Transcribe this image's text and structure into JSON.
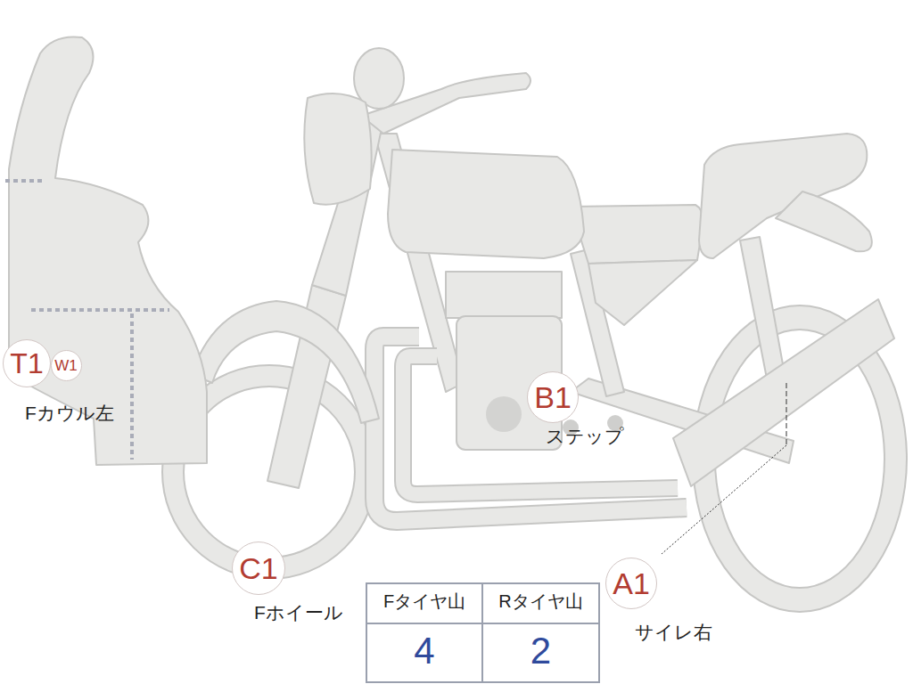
{
  "diagram": {
    "nodes": [
      {
        "text": [
          "T1"
        ]
      },
      {
        "text": [
          "W1"
        ]
      },
      {
        "text": [
          "B1"
        ]
      },
      {
        "text": [
          "C1"
        ]
      },
      {
        "text": [
          "A1"
        ]
      }
    ],
    "labels": [
      "Fカウル左",
      "ステップ",
      "Fホイール",
      "サイレ右",
      "Fタイヤ山",
      "Rタイヤ山",
      "4",
      "2"
    ]
  }
}
